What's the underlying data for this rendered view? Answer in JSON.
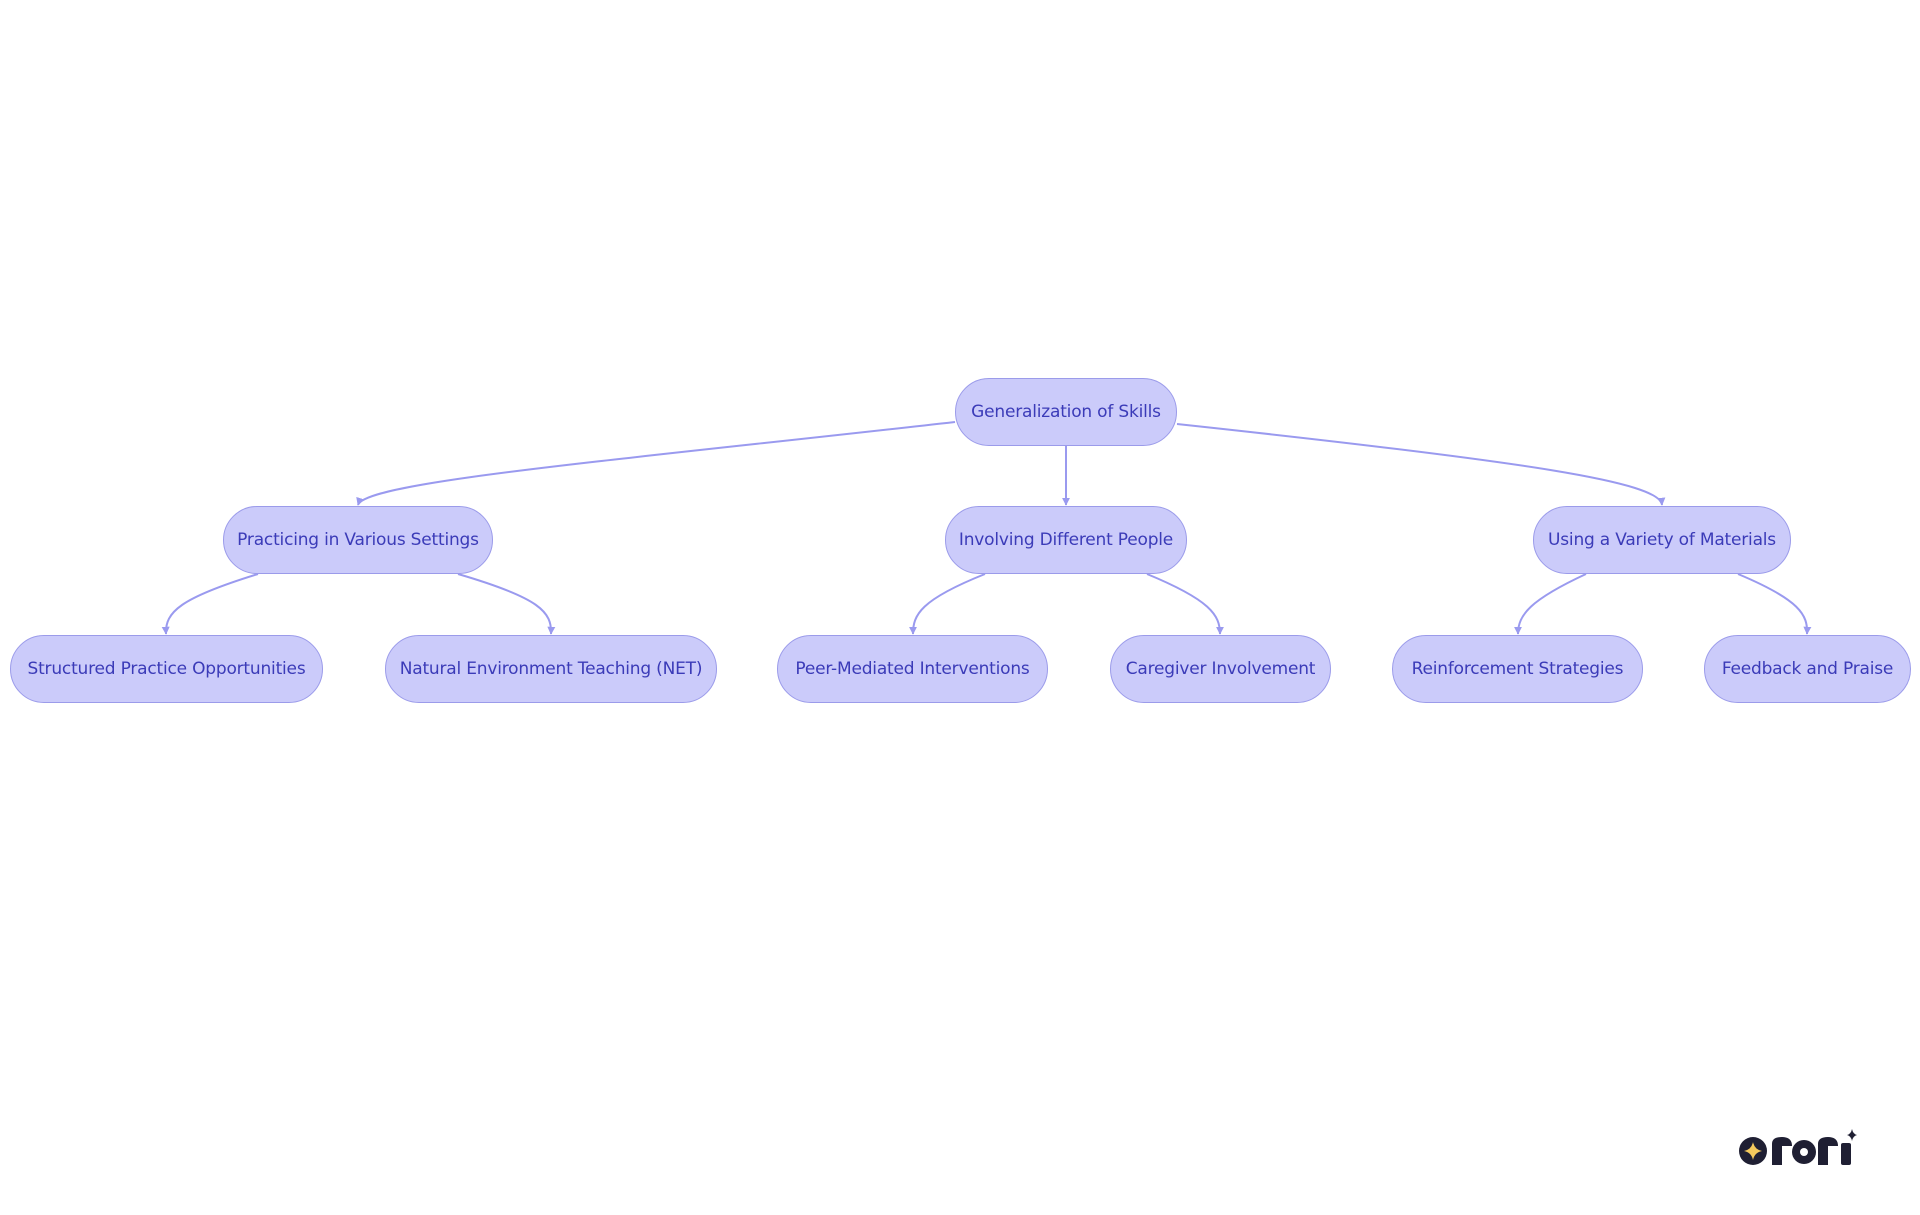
{
  "colors": {
    "node_fill": "#cbcbfa",
    "node_border": "#9b9bea",
    "node_text": "#3b3bb8",
    "edge": "#9a9aef",
    "logo_dark": "#1f1f33",
    "logo_star": "#f4c95d"
  },
  "diagram": {
    "root": {
      "label": "Generalization of Skills"
    },
    "categories": [
      {
        "label": "Practicing in Various Settings"
      },
      {
        "label": "Involving Different People"
      },
      {
        "label": "Using a Variety of Materials"
      }
    ],
    "leaves": [
      {
        "label": "Structured Practice Opportunities"
      },
      {
        "label": "Natural Environment Teaching (NET)"
      },
      {
        "label": "Peer-Mediated Interventions"
      },
      {
        "label": "Caregiver Involvement"
      },
      {
        "label": "Reinforcement Strategies"
      },
      {
        "label": "Feedback and Praise"
      }
    ]
  },
  "logo": {
    "icon": "sparkle-star-logo-icon"
  }
}
